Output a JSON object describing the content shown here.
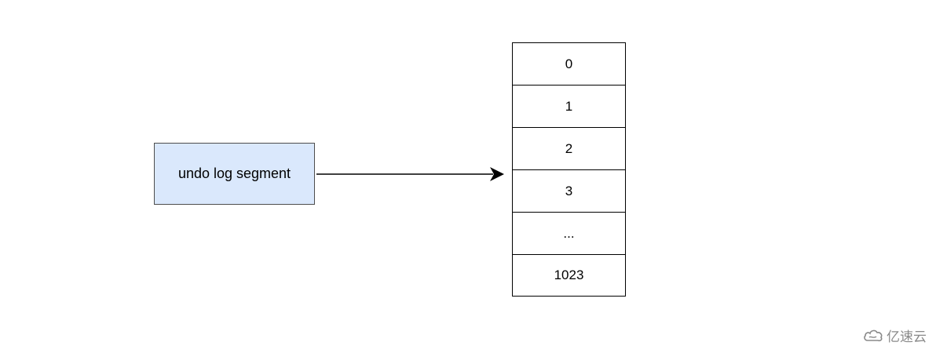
{
  "diagram": {
    "segment_label": "undo log segment",
    "slots": [
      "0",
      "1",
      "2",
      "3",
      "...",
      "1023"
    ]
  },
  "watermark": {
    "text": "亿速云",
    "icon": "cloud-logo-icon"
  },
  "colors": {
    "segment_fill": "#dae8fc",
    "segment_border": "#4d4d4d",
    "slot_border": "#000000",
    "arrow": "#000000",
    "watermark": "#8a8a8a"
  }
}
